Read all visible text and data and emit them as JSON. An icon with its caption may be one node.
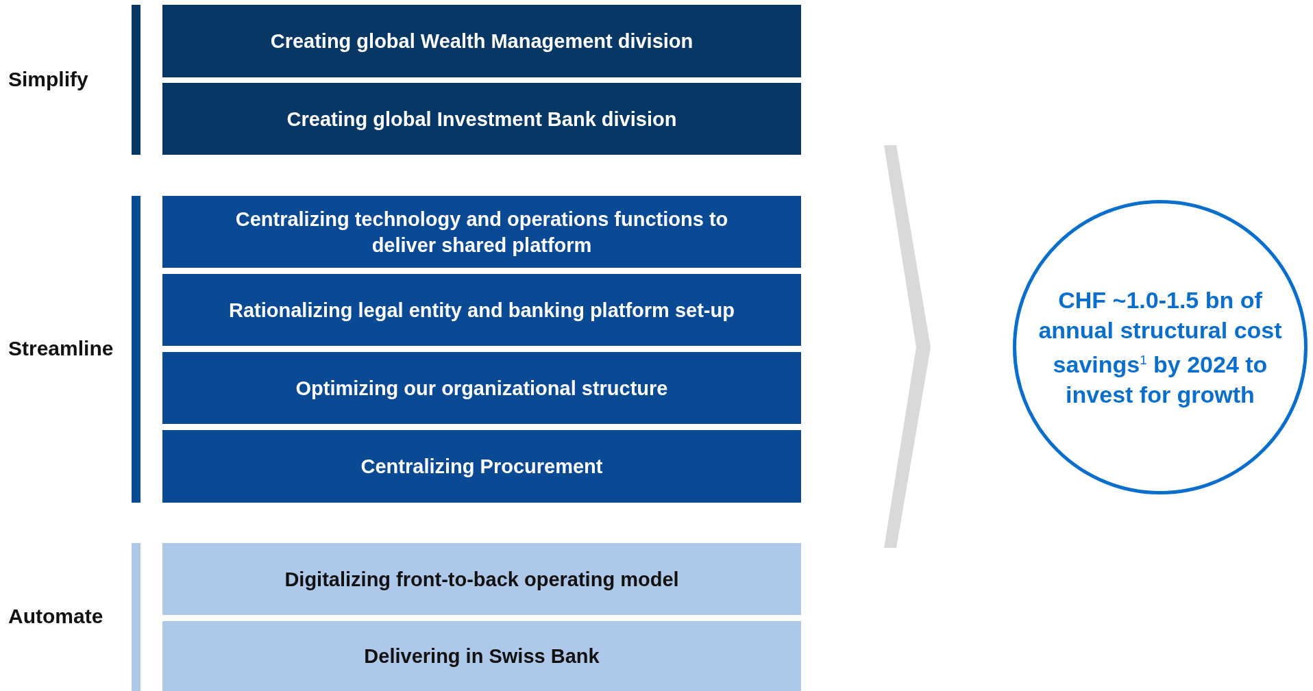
{
  "diagram": {
    "nodes": [
      {
        "text": [
          "Simplify"
        ]
      },
      {
        "text": [
          "Creating global Wealth Management division"
        ]
      },
      {
        "text": [
          "Creating global Investment Bank division"
        ]
      },
      {
        "text": [
          "Streamline"
        ]
      },
      {
        "text": [
          "Centralizing technology and operations functions to deliver shared platform"
        ]
      },
      {
        "text": [
          "Rationalizing legal entity and banking platform set-up"
        ]
      },
      {
        "text": [
          "Optimizing our organizational structure"
        ]
      },
      {
        "text": [
          "Centralizing Procurement"
        ]
      },
      {
        "text": [
          "Automate"
        ]
      },
      {
        "text": [
          "Digitalizing front-to-back operating model"
        ]
      },
      {
        "text": [
          "Delivering in Swiss Bank"
        ]
      },
      {
        "text": [],
        "shape": "chevron"
      },
      {
        "text": [
          "CHF ~1.0-1.5 bn of annual structural cost savings$^{1}$ by 2024 to invest for growth"
        ]
      }
    ],
    "edges": []
  }
}
